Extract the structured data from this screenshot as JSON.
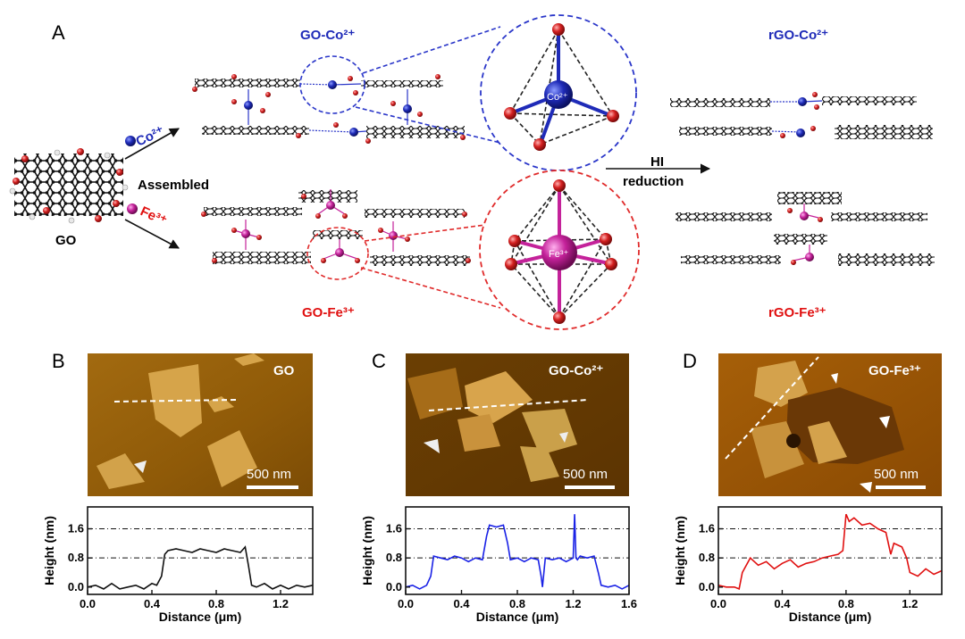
{
  "panel_a": {
    "letter": "A",
    "go_label": "GO",
    "assembled_label": "Assembled",
    "co_ion": "Co²⁺",
    "fe_ion": "Fe³⁺",
    "go_co_label": "GO-Co²⁺",
    "go_fe_label": "GO-Fe³⁺",
    "rgo_co_label": "rGO-Co²⁺",
    "rgo_fe_label": "rGO-Fe³⁺",
    "reduction_line1": "HI",
    "reduction_line2": "reduction",
    "co_center": "Co²⁺",
    "fe_center": "Fe³⁺",
    "colors": {
      "co": "#1f2bb8",
      "fe": "#c4229a",
      "oxygen": "#d42020",
      "carbon": "#2a2a2a",
      "co_ring": "#2a36c9",
      "fe_ring": "#e02a2a"
    }
  },
  "afm_panels": [
    {
      "letter": "B",
      "label": "GO",
      "scale_bar": "500 nm"
    },
    {
      "letter": "C",
      "label": "GO-Co²⁺",
      "scale_bar": "500 nm"
    },
    {
      "letter": "D",
      "label": "GO-Fe³⁺",
      "scale_bar": "500 nm"
    }
  ],
  "chart_data": [
    {
      "type": "line",
      "xlabel": "Distance (μm)",
      "ylabel": "Height (nm)",
      "xlim": [
        0,
        1.4
      ],
      "ylim": [
        -0.2,
        2.2
      ],
      "xticks": [
        "0.0",
        "0.4",
        "0.8",
        "1.2"
      ],
      "xtick_values": [
        0,
        0.4,
        0.8,
        1.2
      ],
      "yticks": [
        "0.0",
        "0.8",
        "1.6"
      ],
      "ytick_values": [
        0,
        0.8,
        1.6
      ],
      "reference_lines": [
        0.8,
        1.6
      ],
      "color": "#111111",
      "x": [
        0.0,
        0.05,
        0.1,
        0.15,
        0.2,
        0.25,
        0.3,
        0.35,
        0.4,
        0.43,
        0.46,
        0.48,
        0.5,
        0.55,
        0.6,
        0.65,
        0.7,
        0.75,
        0.8,
        0.85,
        0.9,
        0.95,
        0.98,
        1.0,
        1.02,
        1.05,
        1.1,
        1.15,
        1.2,
        1.25,
        1.3,
        1.35,
        1.4
      ],
      "y": [
        0.0,
        0.05,
        -0.05,
        0.1,
        -0.05,
        0.0,
        0.05,
        -0.05,
        0.1,
        0.05,
        0.3,
        0.9,
        1.0,
        1.05,
        1.0,
        0.95,
        1.05,
        1.0,
        0.95,
        1.05,
        1.0,
        0.95,
        1.1,
        0.6,
        0.05,
        0.0,
        0.1,
        -0.05,
        0.05,
        -0.05,
        0.05,
        0.0,
        0.05
      ]
    },
    {
      "type": "line",
      "xlabel": "Distance (μm)",
      "ylabel": "Height (nm)",
      "xlim": [
        0,
        1.6
      ],
      "ylim": [
        -0.2,
        2.2
      ],
      "xticks": [
        "0.0",
        "0.4",
        "0.8",
        "1.2",
        "1.6"
      ],
      "xtick_values": [
        0,
        0.4,
        0.8,
        1.2,
        1.6
      ],
      "yticks": [
        "0.0",
        "0.8",
        "1.6"
      ],
      "ytick_values": [
        0,
        0.8,
        1.6
      ],
      "reference_lines": [
        0.8,
        1.6
      ],
      "color": "#1a22e6",
      "x": [
        0.0,
        0.05,
        0.1,
        0.15,
        0.18,
        0.2,
        0.25,
        0.3,
        0.35,
        0.4,
        0.45,
        0.5,
        0.55,
        0.58,
        0.6,
        0.65,
        0.7,
        0.73,
        0.75,
        0.8,
        0.85,
        0.9,
        0.95,
        0.97,
        0.98,
        1.0,
        1.05,
        1.1,
        1.15,
        1.2,
        1.21,
        1.22,
        1.23,
        1.25,
        1.3,
        1.35,
        1.38,
        1.4,
        1.45,
        1.5,
        1.55,
        1.6
      ],
      "y": [
        0.0,
        0.05,
        -0.05,
        0.05,
        0.3,
        0.85,
        0.8,
        0.75,
        0.85,
        0.8,
        0.7,
        0.8,
        0.75,
        1.4,
        1.7,
        1.65,
        1.7,
        1.2,
        0.75,
        0.8,
        0.7,
        0.8,
        0.75,
        0.3,
        0.0,
        0.8,
        0.75,
        0.8,
        0.7,
        0.8,
        2.0,
        0.8,
        0.75,
        0.85,
        0.8,
        0.85,
        0.4,
        0.05,
        0.0,
        0.05,
        -0.05,
        0.05
      ]
    },
    {
      "type": "line",
      "xlabel": "Distance (μm)",
      "ylabel": "Height (nm)",
      "xlim": [
        0,
        1.4
      ],
      "ylim": [
        -0.2,
        2.2
      ],
      "xticks": [
        "0.0",
        "0.4",
        "0.8",
        "1.2"
      ],
      "xtick_values": [
        0,
        0.4,
        0.8,
        1.2
      ],
      "yticks": [
        "0.0",
        "0.8",
        "1.6"
      ],
      "ytick_values": [
        0,
        0.8,
        1.6
      ],
      "reference_lines": [
        0.8,
        1.6
      ],
      "color": "#e01010",
      "x": [
        0.0,
        0.05,
        0.1,
        0.13,
        0.15,
        0.2,
        0.25,
        0.3,
        0.35,
        0.4,
        0.45,
        0.5,
        0.55,
        0.6,
        0.65,
        0.7,
        0.75,
        0.78,
        0.8,
        0.82,
        0.85,
        0.9,
        0.95,
        1.0,
        1.05,
        1.08,
        1.1,
        1.15,
        1.18,
        1.2,
        1.25,
        1.3,
        1.35,
        1.4
      ],
      "y": [
        0.05,
        0.0,
        0.0,
        -0.05,
        0.4,
        0.8,
        0.6,
        0.7,
        0.5,
        0.65,
        0.75,
        0.55,
        0.65,
        0.7,
        0.8,
        0.85,
        0.9,
        1.0,
        2.0,
        1.8,
        1.9,
        1.7,
        1.75,
        1.6,
        1.5,
        0.9,
        1.2,
        1.1,
        0.8,
        0.4,
        0.3,
        0.5,
        0.35,
        0.45
      ]
    }
  ]
}
